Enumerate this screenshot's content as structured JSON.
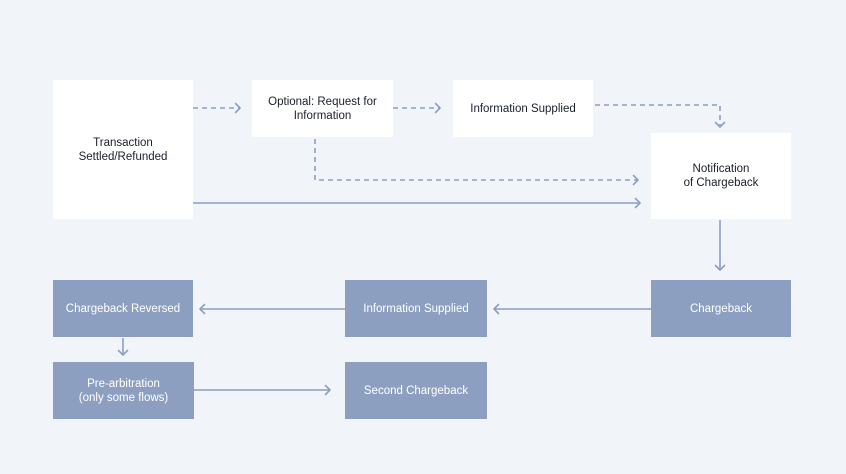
{
  "nodes": {
    "transaction": {
      "label": "Transaction\nSettled/Refunded",
      "style": "light"
    },
    "rfi": {
      "label": "Optional: Request for\nInformation",
      "style": "light"
    },
    "info_supplied_1": {
      "label": "Information Supplied",
      "style": "light"
    },
    "notification": {
      "label": "Notification\nof Chargeback",
      "style": "light"
    },
    "chargeback": {
      "label": "Chargeback",
      "style": "dark"
    },
    "info_supplied_2": {
      "label": "Information Supplied",
      "style": "dark"
    },
    "chargeback_reversed": {
      "label": "Chargeback Reversed",
      "style": "dark"
    },
    "pre_arbitration": {
      "label": "Pre-arbitration\n(only some flows)",
      "style": "dark"
    },
    "second_chargeback": {
      "label": "Second Chargeback",
      "style": "dark"
    }
  },
  "edges": [
    {
      "from": "transaction",
      "to": "rfi",
      "style": "dashed"
    },
    {
      "from": "rfi",
      "to": "info_supplied_1",
      "style": "dashed"
    },
    {
      "from": "info_supplied_1",
      "to": "notification",
      "style": "dashed"
    },
    {
      "from": "rfi",
      "to": "notification",
      "style": "dashed"
    },
    {
      "from": "transaction",
      "to": "notification",
      "style": "solid"
    },
    {
      "from": "notification",
      "to": "chargeback",
      "style": "solid"
    },
    {
      "from": "chargeback",
      "to": "info_supplied_2",
      "style": "solid"
    },
    {
      "from": "info_supplied_2",
      "to": "chargeback_reversed",
      "style": "solid"
    },
    {
      "from": "chargeback_reversed",
      "to": "pre_arbitration",
      "style": "solid"
    },
    {
      "from": "pre_arbitration",
      "to": "second_chargeback",
      "style": "solid"
    }
  ],
  "colors": {
    "background": "#f1f5f9",
    "light_node": "#ffffff",
    "dark_node": "#8c9fc0",
    "connector": "#8c9fc0",
    "light_text": "#1a1f2b",
    "dark_text": "#ffffff"
  }
}
